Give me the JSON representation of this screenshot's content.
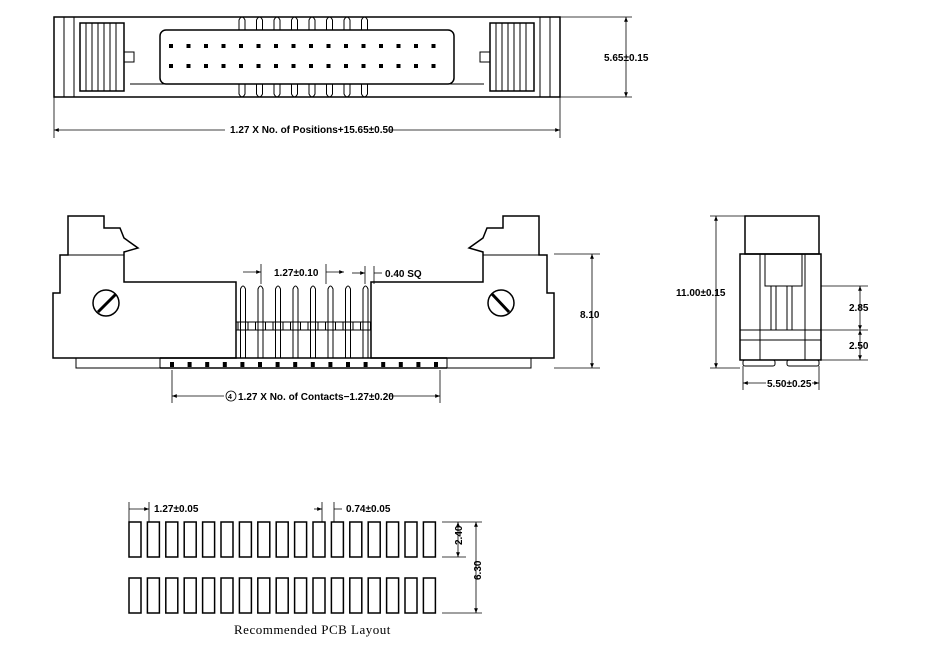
{
  "top_view": {
    "width_label": "1.27 X No. of Positions+15.65±0.50",
    "height_label": "5.65±0.15"
  },
  "front_view": {
    "pitch_label": "1.27±0.10",
    "pin_label": "0.40 SQ",
    "height_label": "8.10",
    "contacts_label": "1.27 X No. of Contacts−1.27±0.20",
    "contacts_symbol": "4"
  },
  "side_view": {
    "height_label": "11.00±0.15",
    "upper_label": "2.85",
    "lower_label": "2.50",
    "width_label": "5.50±0.25"
  },
  "pcb_layout": {
    "pitch_label": "1.27±0.05",
    "pad_width_label": "0.74±0.05",
    "pad_length_label": "2.40",
    "row_span_label": "6.30",
    "caption": "Recommended PCB Layout"
  }
}
